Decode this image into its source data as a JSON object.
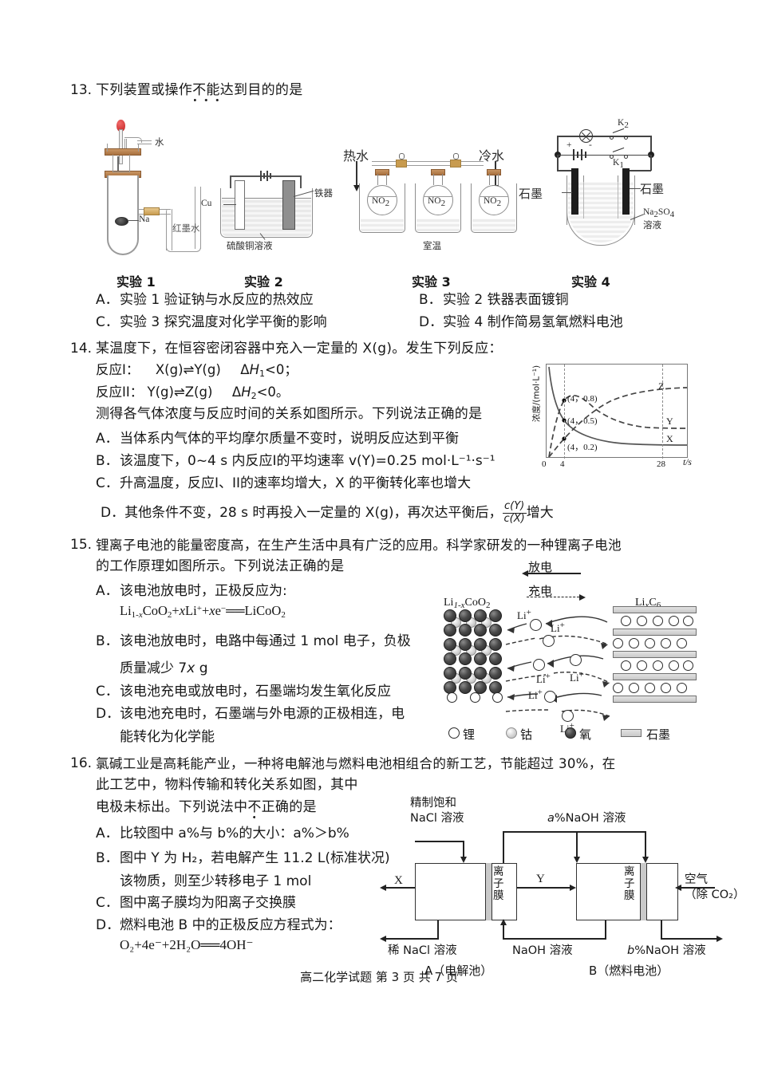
{
  "page": {
    "footer": "高二化学试题  第 3 页  共 7 页"
  },
  "q13": {
    "number": "13.",
    "stem_pre": "下列装置或操作",
    "stem_emph": "不能",
    "stem_post": "达到目的的是",
    "captions": [
      "实验 1",
      "实验 2",
      "实验 3",
      "实验 4"
    ],
    "exp1": {
      "label_water": "水",
      "label_na": "Na",
      "label_ink": "红墨水"
    },
    "exp2": {
      "label_cu": "Cu",
      "label_iron": "铁器",
      "label_solution": "硫酸铜溶液"
    },
    "exp3": {
      "label_hot": "热水",
      "label_cold": "冷水",
      "label_room": "室温",
      "flask_gas": "NO",
      "flask_gas_sub": "2"
    },
    "exp4": {
      "label_graphite_left": "石墨",
      "label_graphite_right": "石墨",
      "label_electrolyte": "Na",
      "label_electrolyte_sub1": "2",
      "label_electrolyte_mid": "SO",
      "label_electrolyte_sub2": "4",
      "label_electrolyte_tail": "溶液",
      "switch1": "K",
      "switch1_sub": "1",
      "switch2": "K",
      "switch2_sub": "2",
      "battery_plus": "+",
      "battery_minus": "-"
    },
    "options": [
      {
        "label": "A．",
        "text": "实验 1 验证钠与水反应的热效应"
      },
      {
        "label": "B．",
        "text": "实验 2 铁器表面镀铜"
      },
      {
        "label": "C．",
        "text": "实验 3 探究温度对化学平衡的影响"
      },
      {
        "label": "D．",
        "text": "实验 4 制作简易氢氧燃料电池"
      }
    ]
  },
  "q14": {
    "number": "14.",
    "stem": "某温度下，在恒容密闭容器中充入一定量的 X(g)。发生下列反应：",
    "reaction1_head": "反应I：",
    "reaction1": "X(g)⇌Y(g)",
    "reaction1_dh_pre": "Δ",
    "reaction1_dh_it": "H",
    "reaction1_dh_sub": "1",
    "reaction1_dh_post": "<0；",
    "reaction2_head": "反应II：",
    "reaction2": "Y(g)⇌Z(g)",
    "reaction2_dh_pre": "Δ",
    "reaction2_dh_it": "H",
    "reaction2_dh_sub": "2",
    "reaction2_dh_post": "<0。",
    "stem2": "测得各气体浓度与反应时间的关系如图所示。下列说法正确的是",
    "options": [
      {
        "label": "A．",
        "text": "当体系内气体的平均摩尔质量不变时，说明反应达到平衡"
      },
      {
        "label": "B．",
        "text": "该温度下，0~4 s 内反应I的平均速率 v(Y)=0.25 mol·L⁻¹·s⁻¹"
      },
      {
        "label": "C．",
        "text": "升高温度，反应I、II的速率均增大，X 的平衡转化率也增大"
      },
      {
        "label": "D．",
        "text": "其他条件不变，28 s 时再投入一定量的 X(g)，再次达平衡后，",
        "tail": "增大",
        "frac_num": "c(Y)",
        "frac_den": "c(X)"
      }
    ]
  },
  "chart_data": {
    "type": "line",
    "title": "",
    "ylabel": "浓度/(mol·L⁻¹)",
    "xlabel": "t/s",
    "xticks": [
      "0",
      "4",
      "28"
    ],
    "xlim": [
      0,
      34
    ],
    "ylim": [
      0,
      1.0
    ],
    "grid": false,
    "annotations": [
      "(4，0.8)",
      "(4，0.5)",
      "(4，0.2)"
    ],
    "series": [
      {
        "name": "X",
        "style": "solid",
        "points": [
          [
            0,
            1.0
          ],
          [
            0.6,
            0.86
          ],
          [
            1.5,
            0.7
          ],
          [
            2.5,
            0.58
          ],
          [
            4,
            0.5
          ],
          [
            6,
            0.4
          ],
          [
            9,
            0.31
          ],
          [
            13,
            0.25
          ],
          [
            18,
            0.21
          ],
          [
            24,
            0.19
          ],
          [
            28,
            0.185
          ],
          [
            34,
            0.185
          ]
        ]
      },
      {
        "name": "Y",
        "style": "dashed",
        "points": [
          [
            0,
            0.0
          ],
          [
            1,
            0.45
          ],
          [
            2,
            0.66
          ],
          [
            3,
            0.75
          ],
          [
            4,
            0.8
          ],
          [
            6,
            0.74
          ],
          [
            9,
            0.63
          ],
          [
            13,
            0.53
          ],
          [
            18,
            0.46
          ],
          [
            24,
            0.43
          ],
          [
            28,
            0.42
          ],
          [
            34,
            0.42
          ]
        ]
      },
      {
        "name": "Z",
        "style": "dashed",
        "points": [
          [
            0,
            0.0
          ],
          [
            1,
            0.05
          ],
          [
            2,
            0.1
          ],
          [
            3,
            0.15
          ],
          [
            4,
            0.2
          ],
          [
            7,
            0.38
          ],
          [
            10,
            0.52
          ],
          [
            14,
            0.63
          ],
          [
            19,
            0.7
          ],
          [
            24,
            0.735
          ],
          [
            28,
            0.745
          ],
          [
            34,
            0.75
          ]
        ]
      }
    ],
    "marked_points": [
      [
        4,
        0.8
      ],
      [
        4,
        0.5
      ],
      [
        4,
        0.2
      ]
    ]
  },
  "q15": {
    "number": "15.",
    "stem_line1": "锂离子电池的能量密度高，在生产生活中具有广泛的应用。科学家研发的一种锂离子电池",
    "stem_line2": "的工作原理如图所示。下列说法正确的是",
    "options": [
      {
        "label": "A．",
        "text": "该电池放电时，正极反应为:"
      },
      {
        "label": "B．",
        "text": "该电池放电时，电路中每通过 1 mol 电子，负极"
      },
      {
        "label": "C．",
        "text": "该电池充电或放电时，石墨端均发生氧化反应"
      },
      {
        "label": "D．",
        "text": "该电池充电时，石墨端与外电源的正极相连，电"
      }
    ],
    "a_equation_parts": [
      "Li",
      "1-x",
      "CoO",
      "2",
      "+",
      "x",
      "Li",
      "+",
      "+",
      "x",
      "e",
      "−",
      "══LiCoO",
      "2"
    ],
    "b_cont": "质量减少 7x g",
    "d_cont": "能转化为化学能",
    "diagram": {
      "discharge": "放电",
      "charge": "充电",
      "cathode_formula": "Li",
      "cathode_sub": "1-x",
      "cathode_rest": "CoO",
      "cathode_sub2": "2",
      "anode_formula": "Li",
      "anode_sub": "x",
      "anode_rest": "C",
      "anode_sub2": "6",
      "ion_label": "Li",
      "ion_sup": "+",
      "legend": [
        {
          "name": "锂",
          "type": "lithium"
        },
        {
          "name": "钴",
          "type": "cobalt"
        },
        {
          "name": "氧",
          "type": "oxygen"
        },
        {
          "name": "石墨",
          "type": "graphite"
        }
      ]
    }
  },
  "q16": {
    "number": "16.",
    "stem_line1": "氯碱工业是高耗能产业，一种将电解池与燃料电池相组合的新工艺，节能超过 30%，在",
    "stem_line2": "此工艺中，物料传输和转化关系如图，其中",
    "stem_line3_pre": "电极未标出。下列说法中",
    "stem_line3_emph": "不",
    "stem_line3_post": "正确的是",
    "options": [
      {
        "label": "A．",
        "text": "比较图中 a%与 b%的大小：a%＞b%"
      },
      {
        "label": "B．",
        "text": "图中 Y 为 H₂，若电解产生 11.2 L(标准状况)"
      },
      {
        "label": "C．",
        "text": "图中离子膜均为阳离子交换膜"
      },
      {
        "label": "D．",
        "text": "燃料电池 B 中的正极反应方程式为："
      }
    ],
    "b_cont": "该物质，则至少转移电子 1 mol",
    "d_equation": "O₂+4e⁻+2H₂O══4OH⁻",
    "diagram": {
      "feed_top_left_l1": "精制饱和",
      "feed_top_left_l2": "NaCl 溶液",
      "naoh_top": "a%NaOH 溶液",
      "membrane": "离子膜",
      "x_label": "X",
      "y_label": "Y",
      "air_l1": "空气",
      "air_l2": "（除 CO₂）",
      "dilute_nacl": "稀 NaCl 溶液",
      "naoh_mid": "NaOH 溶液",
      "naoh_b": "b%NaOH 溶液",
      "cell_a": "A（电解池）",
      "cell_b": "B（燃料电池）"
    }
  }
}
